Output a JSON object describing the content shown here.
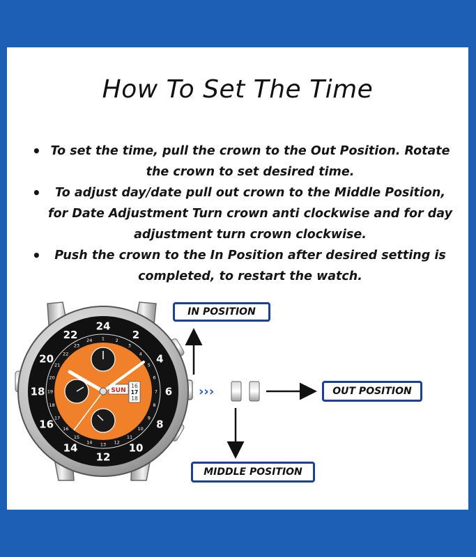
{
  "title": "How To Set The Time",
  "instructions": [
    "To set the time, pull the crown to the Out Position. Rotate the crown to set desired time.",
    "To adjust day/date pull out crown to the Middle Position, for Date Adjustment Turn crown anti clockwise and for day adjustment turn crown clockwise.",
    "Push the crown to the In Position after desired setting is completed, to restart the watch."
  ],
  "positions": {
    "in": "IN POSITION",
    "out": "OUT POSITION",
    "middle": "MIDDLE POSITION"
  },
  "dial": {
    "day": "SUN",
    "dates": [
      "16",
      "17",
      "18"
    ],
    "bezel_hours": [
      "24",
      "2",
      "4",
      "6",
      "8",
      "10",
      "12",
      "14",
      "16",
      "18",
      "20",
      "22"
    ],
    "inner_hours": [
      "1",
      "2",
      "3",
      "4",
      "5",
      "6",
      "7",
      "8",
      "9",
      "10",
      "11",
      "12",
      "13",
      "14",
      "15",
      "16",
      "17",
      "18",
      "19",
      "20",
      "21",
      "22",
      "23",
      "24"
    ]
  },
  "colors": {
    "background": "#1c5fb4",
    "box_border": "#1c3f97",
    "dial_orange": "#f0802a",
    "crown_arrows": "#2a56c8"
  }
}
